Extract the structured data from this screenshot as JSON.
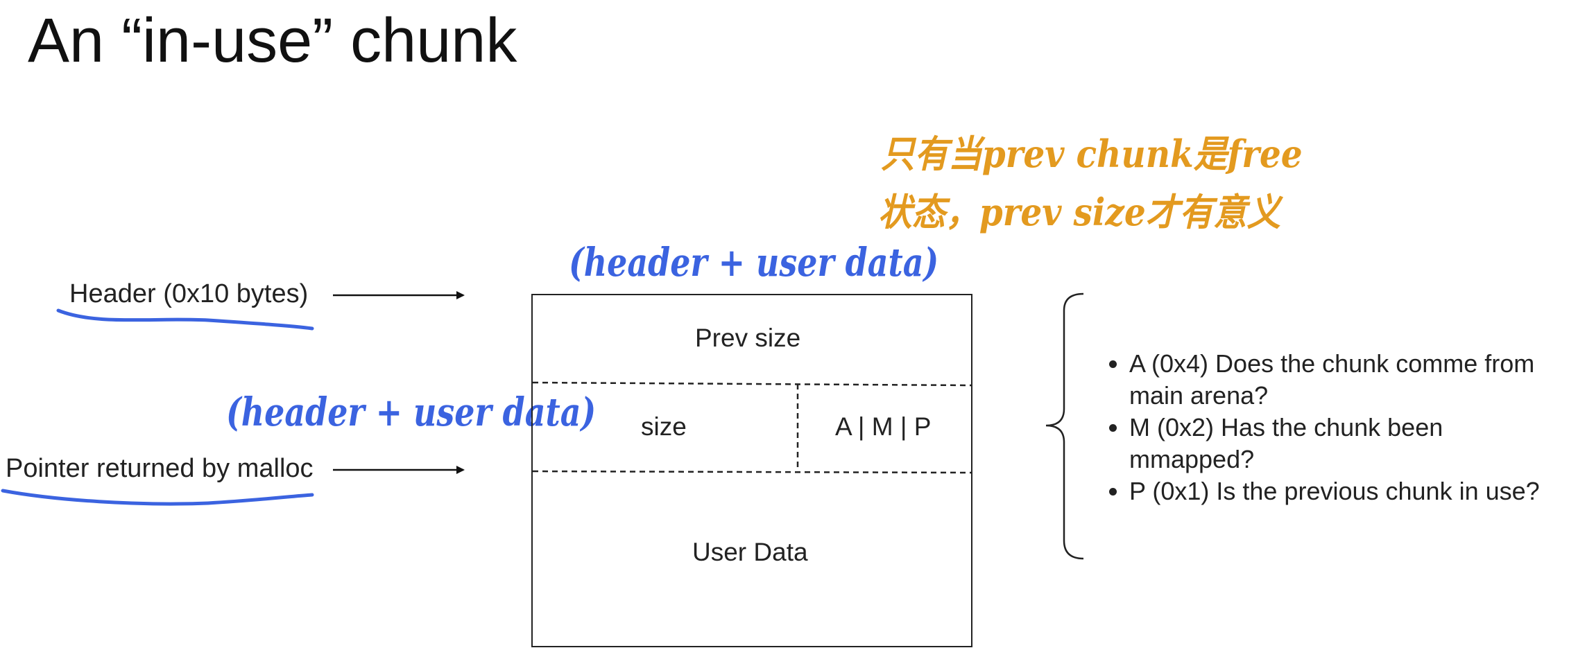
{
  "title": "An “in-use” chunk",
  "labels": {
    "header": "Header (0x10 bytes)",
    "pointer": "Pointer returned by malloc"
  },
  "handwritten": {
    "top_note": "(header + user data)",
    "mid_note": "(header + user data)",
    "orange_line1": "只有当prev chunk是free",
    "orange_line2": "状态，prev size才有意义"
  },
  "chunk": {
    "prev_size": "Prev size",
    "size": "size",
    "flags": "A | M | P",
    "user_data": "User Data"
  },
  "flags_list": [
    "A (0x4) Does the chunk comme from main arena?",
    "M (0x2) Has the chunk been mmapped?",
    "P (0x1) Is the previous chunk in use?"
  ],
  "colors": {
    "annotation_blue": "#3b63e0",
    "annotation_orange": "#e39a1f"
  }
}
